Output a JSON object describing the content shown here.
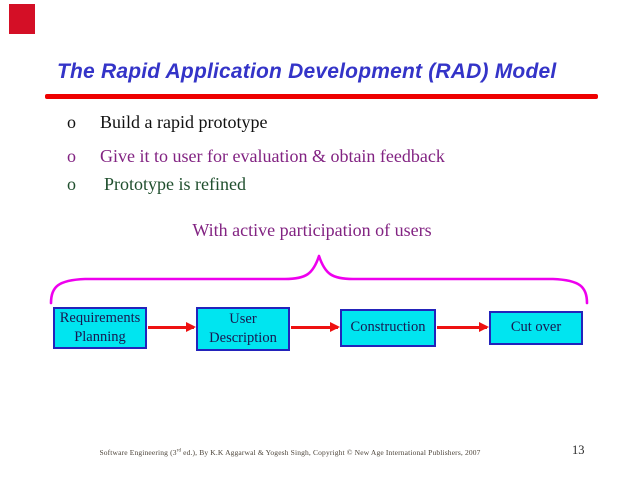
{
  "slide": {
    "title": "The Rapid Application Development (RAD) Model",
    "bullets": [
      {
        "marker": "o",
        "text": "Build a rapid prototype",
        "color": "#111111"
      },
      {
        "marker": "o",
        "text": "Give it to user for evaluation & obtain feedback",
        "color": "#822382"
      },
      {
        "marker": "o",
        "text": "Prototype is refined",
        "color": "#204f2e"
      }
    ],
    "annotation": "With active participation of users",
    "diagram": {
      "boxes": [
        {
          "line1": "Requirements",
          "line2": "Planning"
        },
        {
          "line1": "User",
          "line2": "Description"
        },
        {
          "line1": "Construction"
        },
        {
          "line1": "Cut over"
        }
      ]
    },
    "footer": {
      "text_pre": "Software Engineering (3",
      "sup": "rd",
      "text_post": " ed.), By K.K Aggarwal & Yogesh Singh, Copyright © New Age International Publishers, 2007",
      "page_number": "13"
    },
    "colors": {
      "accent_square": "#d40f26",
      "title": "#3434c8",
      "rule": "#ee0000",
      "annotation": "#822382",
      "brace": "#ee00ee",
      "box_fill": "#00e5f0",
      "box_border": "#2323bb",
      "box_text": "#181850",
      "arrow": "#ee1111",
      "footer_text": "#4c443a",
      "page_number": "#2a2a2a"
    }
  }
}
